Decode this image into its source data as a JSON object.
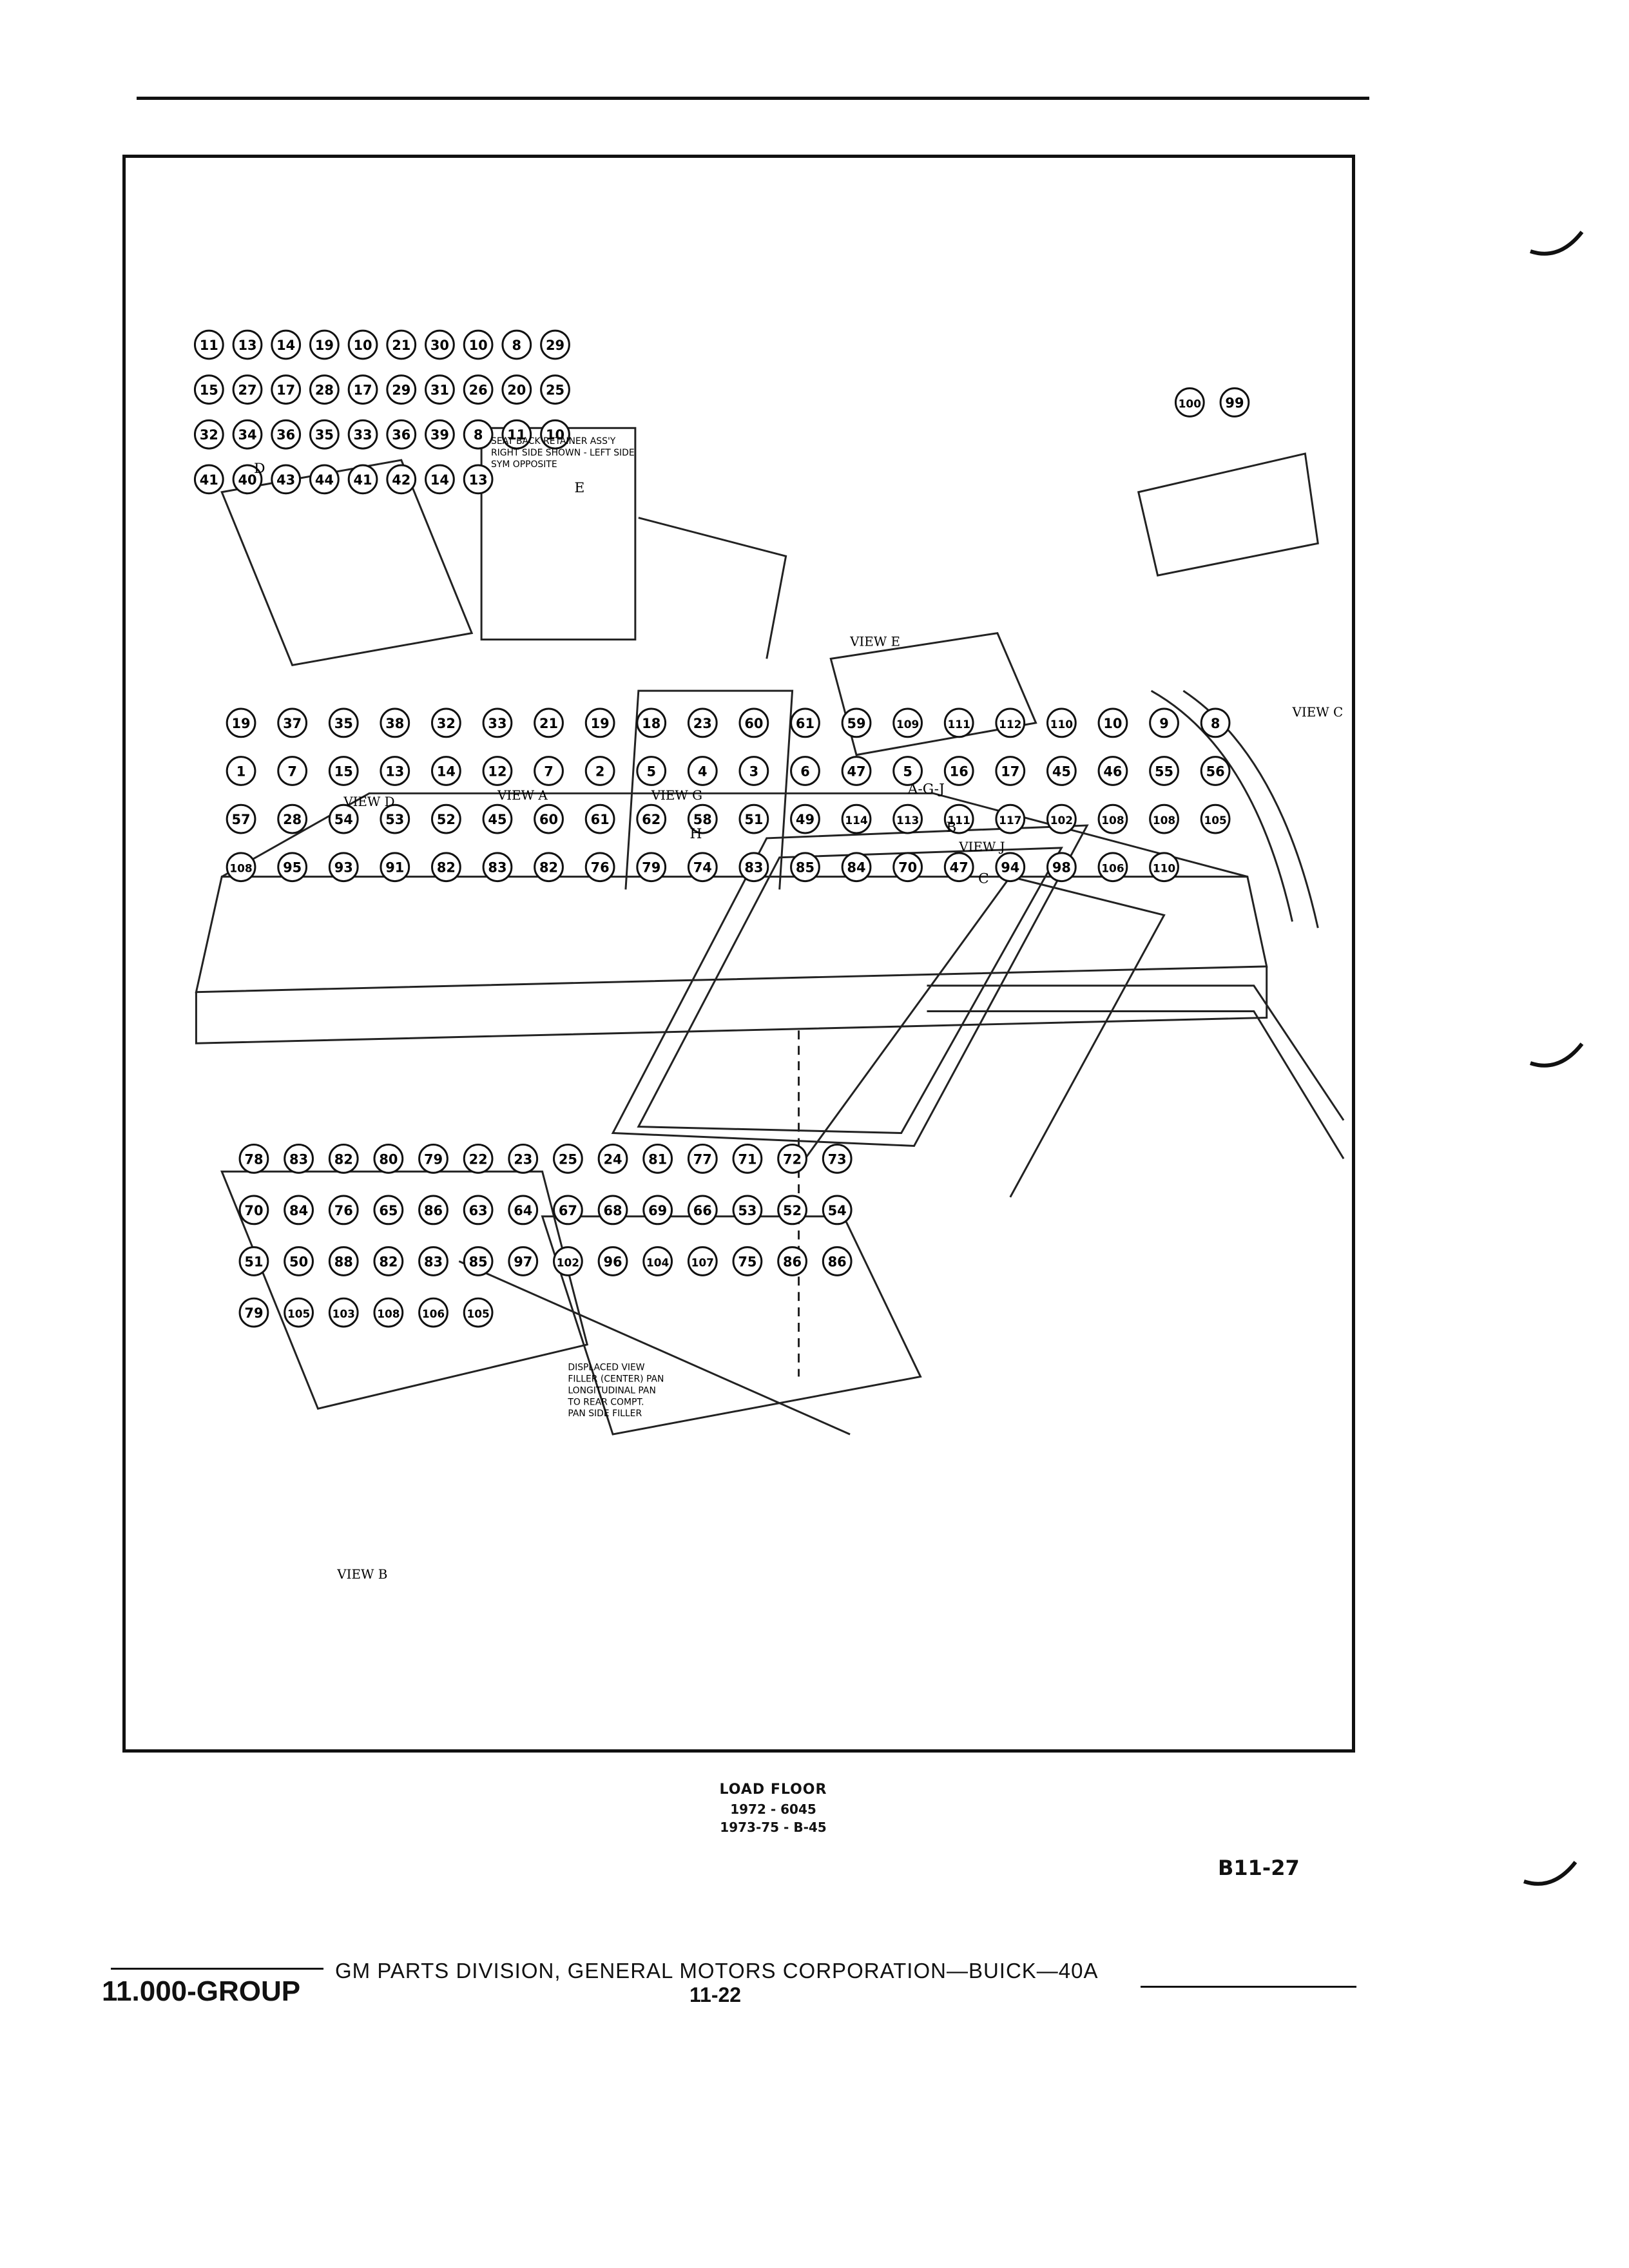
{
  "diagram": {
    "view_labels": [
      "VIEW D",
      "VIEW A",
      "VIEW G",
      "VIEW E",
      "VIEW C",
      "VIEW J",
      "VIEW B"
    ],
    "note_g": [
      "SEAT BACK RETAINER ASS'Y",
      "RIGHT SIDE SHOWN - LEFT SIDE",
      "SYM OPPOSITE"
    ],
    "note_b": [
      "DISPLACED VIEW",
      "FILLER (CENTER) PAN",
      "LONGITUDINAL PAN",
      "TO REAR COMPT.",
      "PAN SIDE FILLER"
    ],
    "letters": [
      "H",
      "A-G-J",
      "B",
      "C",
      "D",
      "E"
    ],
    "callouts": {
      "upper_left": [
        "11",
        "13",
        "14",
        "19",
        "10",
        "21",
        "30",
        "10",
        "8",
        "29",
        "15",
        "27",
        "17",
        "28",
        "17",
        "29",
        "31",
        "26",
        "20",
        "25",
        "32",
        "34",
        "36",
        "35",
        "33",
        "36",
        "39",
        "8",
        "11",
        "10",
        "41",
        "40",
        "43",
        "44",
        "41",
        "42",
        "14",
        "13"
      ],
      "right_top": [
        "100",
        "99"
      ],
      "center": [
        "19",
        "37",
        "35",
        "38",
        "32",
        "33",
        "21",
        "19",
        "18",
        "23",
        "60",
        "61",
        "59",
        "109",
        "111",
        "112",
        "110",
        "10",
        "9",
        "8",
        "1",
        "7",
        "15",
        "13",
        "14",
        "12",
        "7",
        "2",
        "5",
        "4",
        "3",
        "6",
        "47",
        "5",
        "16",
        "17",
        "45",
        "46",
        "55",
        "56",
        "57",
        "28",
        "54",
        "53",
        "52",
        "45",
        "60",
        "61",
        "62",
        "58",
        "51",
        "49",
        "114",
        "113",
        "111",
        "117",
        "102",
        "108",
        "108",
        "105",
        "108",
        "95",
        "93",
        "91",
        "82",
        "83",
        "82",
        "76",
        "79",
        "74",
        "83",
        "85",
        "84",
        "70",
        "47",
        "94",
        "98",
        "106",
        "110"
      ],
      "lower_left": [
        "78",
        "83",
        "82",
        "80",
        "79",
        "22",
        "23",
        "25",
        "24",
        "81",
        "77",
        "71",
        "72",
        "73",
        "70",
        "84",
        "76",
        "65",
        "86",
        "63",
        "64",
        "67",
        "68",
        "69",
        "66",
        "53",
        "52",
        "54",
        "51",
        "50",
        "88",
        "82",
        "83",
        "85",
        "97",
        "102",
        "96",
        "104",
        "107",
        "75",
        "86",
        "86",
        "79",
        "105",
        "103",
        "108",
        "106",
        "105"
      ]
    }
  },
  "caption": {
    "title": "LOAD FLOOR",
    "line2": "1972 - 6045",
    "line3": "1973-75 - B-45"
  },
  "figure_code": "B11-27",
  "footer": {
    "group": "11.000-GROUP",
    "main": "GM PARTS DIVISION, GENERAL MOTORS CORPORATION—BUICK—40A",
    "page": "11-22"
  }
}
